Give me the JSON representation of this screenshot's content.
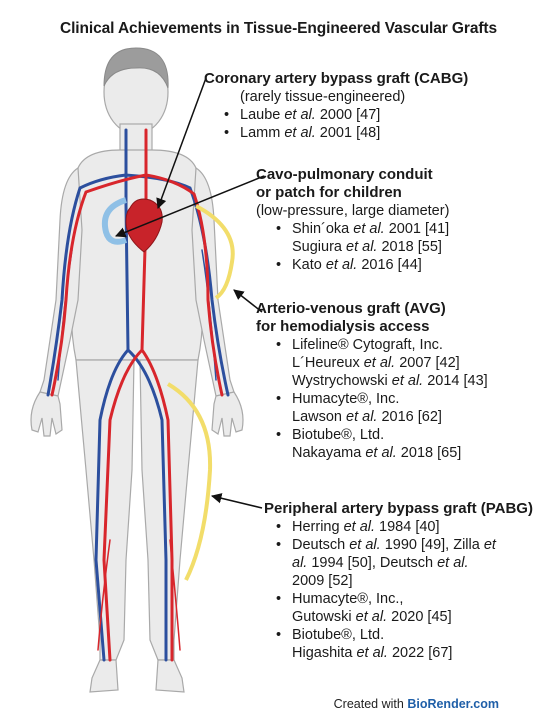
{
  "title": "Clinical Achievements in Tissue-Engineered Vascular Grafts",
  "cabg": {
    "heading": "Coronary artery bypass graft (CABG)",
    "sub": "(rarely tissue-engineered)",
    "items": [
      [
        "Laube ",
        "et al.",
        " 2000 [47]"
      ],
      [
        "Lamm ",
        "et al.",
        " 2001 [48]"
      ]
    ]
  },
  "cavo": {
    "heading1": "Cavo-pulmonary conduit",
    "heading2": "or patch for children",
    "sub": "(low-pressure, large diameter)",
    "items": [
      {
        "lines": [
          [
            "Shin´oka ",
            "et al.",
            " 2001 [41]"
          ],
          [
            "Sugiura ",
            "et al.",
            " 2018 [55]"
          ]
        ]
      },
      {
        "lines": [
          [
            "Kato ",
            "et al.",
            " 2016 [44]"
          ]
        ]
      }
    ]
  },
  "avg": {
    "heading1": "Arterio-venous graft (AVG)",
    "heading2": "for hemodialysis access",
    "items": [
      {
        "lines": [
          [
            "Lifeline® Cytograft, Inc.",
            "",
            ""
          ],
          [
            "L´Heureux ",
            "et al.",
            " 2007 [42]"
          ],
          [
            "Wystrychowski ",
            "et al.",
            " 2014 [43]"
          ]
        ]
      },
      {
        "lines": [
          [
            "Humacyte®, Inc.",
            "",
            ""
          ],
          [
            "Lawson ",
            "et al.",
            " 2016 [62]"
          ]
        ]
      },
      {
        "lines": [
          [
            "Biotube®, Ltd.",
            "",
            ""
          ],
          [
            "Nakayama ",
            "et al.",
            " 2018 [65]"
          ]
        ]
      }
    ]
  },
  "pabg": {
    "heading": "Peripheral artery bypass graft (PABG)",
    "items": [
      {
        "lines": [
          [
            "Herring ",
            "et al.",
            " 1984 [40]"
          ]
        ]
      },
      {
        "lines": [
          [
            "Deutsch ",
            "et al.",
            " 1990 [49], Zilla ",
            "et"
          ],
          [
            "al.",
            " 1994 [50], Deutsch ",
            "et al.",
            ""
          ],
          [
            "2009 [52]"
          ]
        ]
      },
      {
        "lines": [
          [
            "Humacyte®, Inc.,",
            "",
            ""
          ],
          [
            "Gutowski ",
            "et al.",
            " 2020 [45]"
          ]
        ]
      },
      {
        "lines": [
          [
            "Biotube®, Ltd.",
            "",
            ""
          ],
          [
            "Higashita ",
            "et al.",
            " 2022 [67]"
          ]
        ]
      }
    ]
  },
  "credit": {
    "prefix": "Created with ",
    "brand": "BioRender.com"
  },
  "colors": {
    "artery": "#d8262c",
    "vein": "#2c4f9e",
    "graft": "#f2dd6a",
    "conduit": "#8fc0e6",
    "skin": "#ebebeb",
    "outline": "#a9a9a9"
  }
}
